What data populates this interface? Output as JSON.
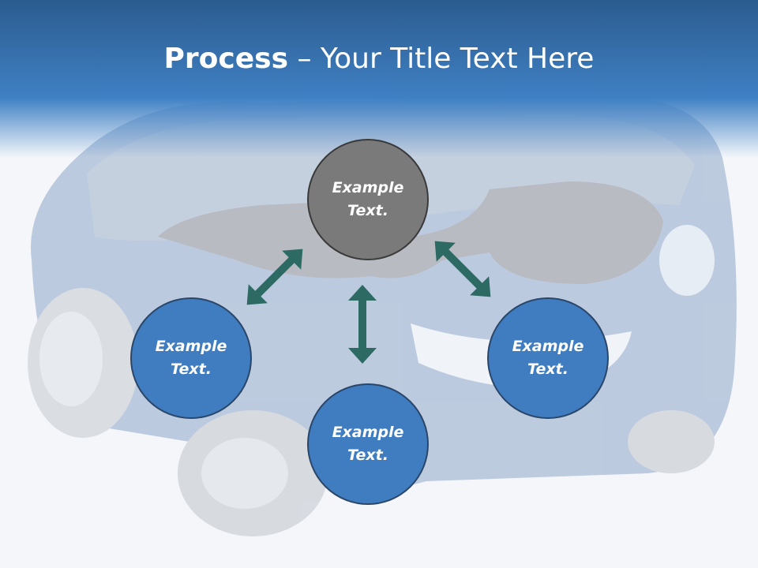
{
  "slide": {
    "title_bold": "Process",
    "title_rest": " – Your Title Text Here"
  },
  "nodes": {
    "top": "Example\nText.",
    "left": "Example\nText.",
    "right": "Example\nText.",
    "bottom": "Example\nText."
  },
  "colors": {
    "title_band": "#3a76b5",
    "node_blue": "#3f7dc0",
    "node_gray": "#7a7a7a",
    "arrow": "#2c6a63"
  }
}
